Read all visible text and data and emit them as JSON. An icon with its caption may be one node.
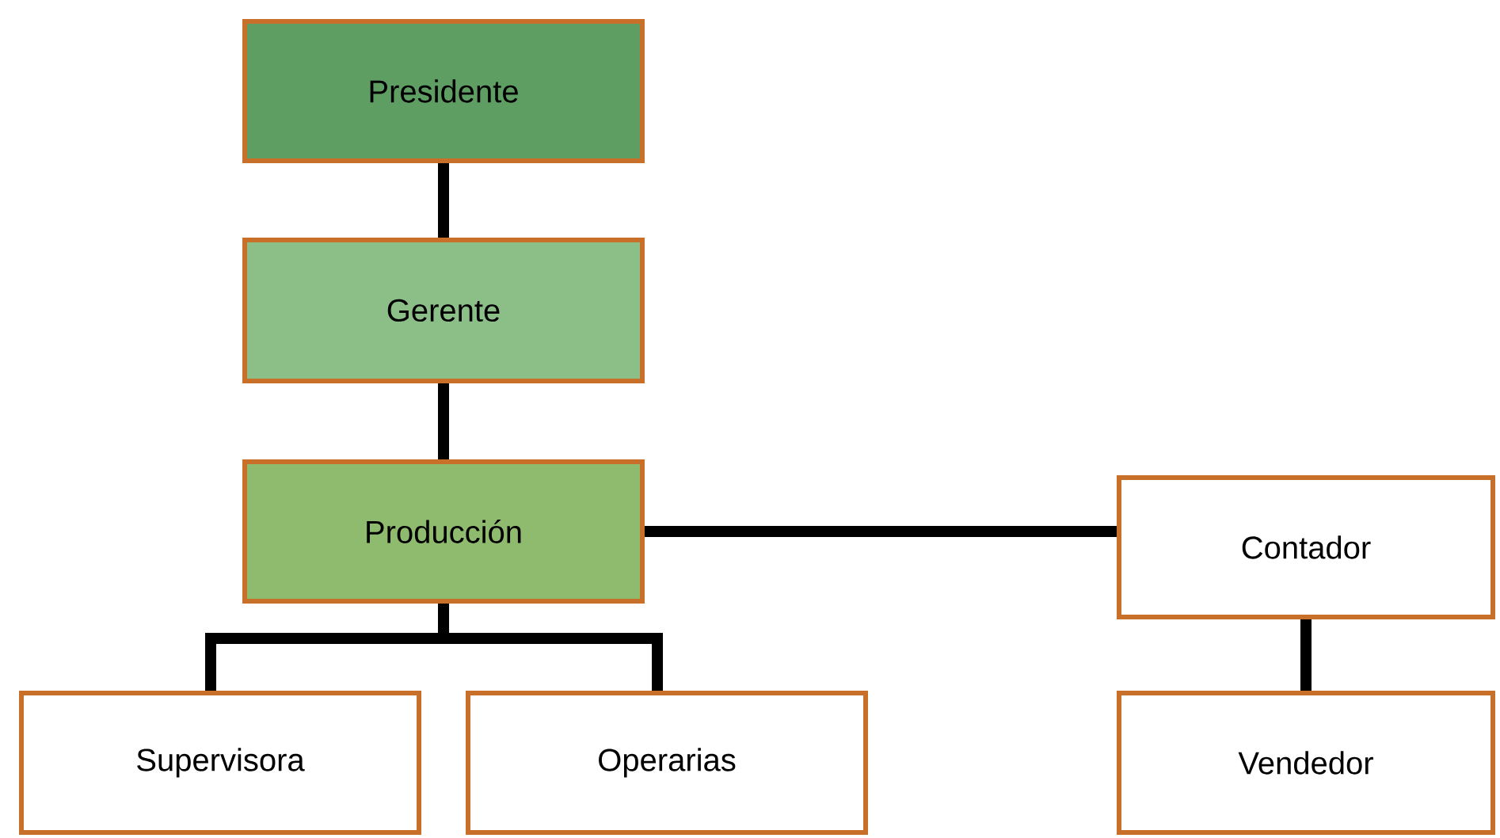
{
  "diagram": {
    "nodes": [
      {
        "text": [
          "Presidente"
        ]
      },
      {
        "text": [
          "Gerente"
        ]
      },
      {
        "text": [
          "Producción"
        ]
      },
      {
        "text": [
          "Contador"
        ]
      },
      {
        "text": [
          "Supervisora"
        ]
      },
      {
        "text": [
          "Operarias"
        ]
      },
      {
        "text": [
          "Vendedor"
        ]
      }
    ],
    "edges": [
      {
        "from": 0,
        "to": 1,
        "arrow": "none"
      },
      {
        "from": 1,
        "to": 2,
        "arrow": "none"
      },
      {
        "from": 2,
        "to": 3,
        "arrow": "none"
      },
      {
        "from": 2,
        "to": 4,
        "arrow": "none"
      },
      {
        "from": 2,
        "to": 5,
        "arrow": "none"
      },
      {
        "from": 3,
        "to": 6,
        "arrow": "none"
      }
    ]
  }
}
